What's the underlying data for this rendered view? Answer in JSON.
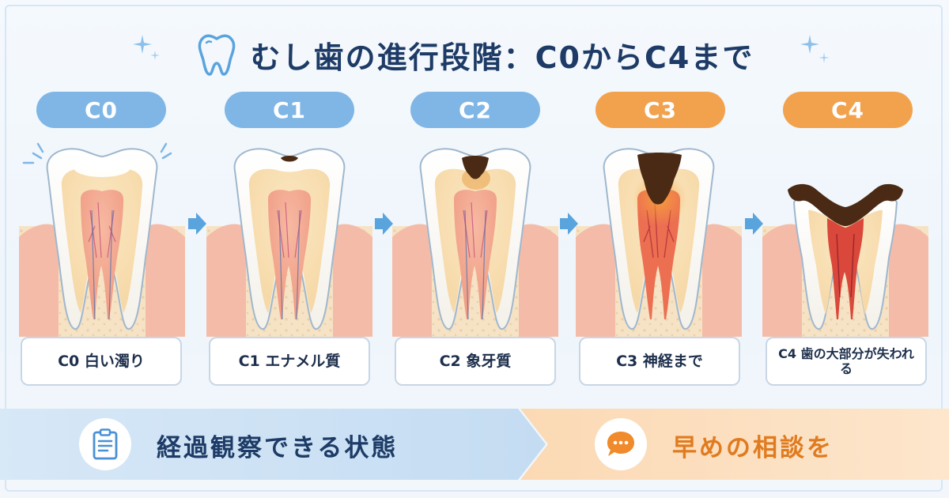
{
  "title": "むし歯の進行段階：C0からC4まで",
  "stages": [
    {
      "badge": "C0",
      "caption": "C0 白い濁り",
      "badge_color": "#7fb6e6"
    },
    {
      "badge": "C1",
      "caption": "C1 エナメル質",
      "badge_color": "#7fb6e6"
    },
    {
      "badge": "C2",
      "caption": "C2 象牙質",
      "badge_color": "#7fb6e6"
    },
    {
      "badge": "C3",
      "caption": "C3 神経まで",
      "badge_color": "#f2a24d"
    },
    {
      "badge": "C4",
      "caption": "C4 歯の大部分が失われる",
      "badge_color": "#f2a24d"
    }
  ],
  "banner_left": {
    "text": "経過観察できる状態",
    "icon": "clipboard-icon"
  },
  "banner_right": {
    "text": "早めの相談を",
    "icon": "speech-bubble-icon"
  },
  "colors": {
    "title": "#1d3b66",
    "stage_blue": "#7fb6e6",
    "stage_orange": "#f2a24d",
    "decay": "#4a2a14",
    "banner_left_text": "#1d3b66",
    "banner_right_text": "#e07b1f"
  }
}
